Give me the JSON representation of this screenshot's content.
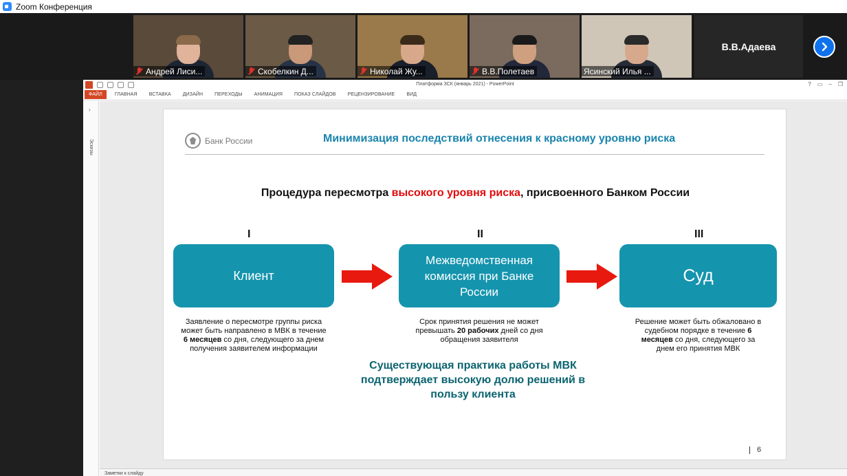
{
  "window": {
    "title": "Zoom Конференция"
  },
  "participants": [
    {
      "name": "Андрей Лиси...",
      "bg": "#5a4a3a",
      "skin": "#e1b39a",
      "hair": "#8a6a4a",
      "torso": "#1d2533"
    },
    {
      "name": "Скобелкин Д...",
      "bg": "#6b5a46",
      "skin": "#c9997a",
      "hair": "#222222",
      "torso": "#263246"
    },
    {
      "name": "Николай Жу...",
      "bg": "#9a7a4a",
      "skin": "#d8a88a",
      "hair": "#3a2a1a",
      "torso": "#1a1f2c"
    },
    {
      "name": "В.В.Полетаев",
      "bg": "#7b6a5e",
      "skin": "#cfa080",
      "hair": "#1a1a1a",
      "torso": "#22283a"
    },
    {
      "name": "Ясинский Илья ...",
      "bg": "#cfc6b8",
      "skin": "#d6a98c",
      "hair": "#2a2a2a",
      "torso": "#262b38"
    }
  ],
  "active_speaker": "В.В.Адаева",
  "powerpoint": {
    "doc_title": "Платформа ЗСК (январь 2021) - PowerPoint",
    "window_controls": [
      "?",
      "▭",
      "–",
      "❐"
    ],
    "tabs": [
      "ФАЙЛ",
      "ГЛАВНАЯ",
      "ВСТАВКА",
      "ДИЗАЙН",
      "ПЕРЕХОДЫ",
      "АНИМАЦИЯ",
      "ПОКАЗ СЛАЙДОВ",
      "РЕЦЕНЗИРОВАНИЕ",
      "ВИД"
    ],
    "thumbnails_label": "Эскизы",
    "notes_label": "Заметки к слайду"
  },
  "slide": {
    "logo_text": "Банк России",
    "title": "Минимизация последствий отнесения к красному уровню риска",
    "subtitle_before": "Процедура пересмотра ",
    "subtitle_highlight": "высокого уровня риска",
    "subtitle_after": ", присвоенного Банком России",
    "stages": [
      {
        "roman": "I",
        "lines": [
          "Клиент"
        ]
      },
      {
        "roman": "II",
        "lines": [
          "Межведомственная",
          "комиссия при Банке",
          "России"
        ]
      },
      {
        "roman": "III",
        "lines": [
          "Суд"
        ]
      }
    ],
    "captions": [
      {
        "l1": "Заявление о пересмотре группы риска",
        "l2": "может быть направлено в МВК в течение",
        "l3_bold": "6 месяцев",
        "l3_rest": " со дня, следующего за днем",
        "l4": "получения заявителем информации"
      },
      {
        "l1": "Срок принятия решения не может",
        "l2_pre": "превышать ",
        "l2_bold": "20 рабочих",
        "l2_rest": " дней со дня",
        "l3": "обращения заявителя"
      },
      {
        "l1": "Решение может быть обжаловано в",
        "l2_pre": "судебном порядке в течение ",
        "l2_bold": "6",
        "l3_bold": "месяцев",
        "l3_rest": " со дня, следующего за",
        "l4": "днем его принятия МВК"
      }
    ],
    "bottom_message": [
      "Существующая практика работы МВК",
      "подтверждает высокую долю решений в",
      "пользу клиента"
    ],
    "page_number": "6",
    "colors": {
      "accent": "#1594ae",
      "title": "#1a84ad",
      "highlight": "#e20b0b",
      "arrow": "#e8190f",
      "message": "#0c6470"
    }
  }
}
